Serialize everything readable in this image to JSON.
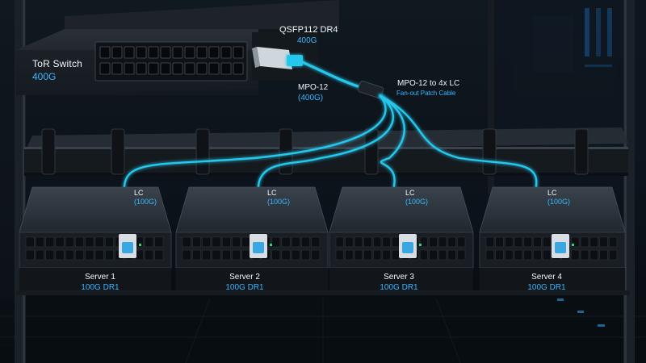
{
  "switch": {
    "name": "ToR Switch",
    "speed": "400G"
  },
  "transceiver": {
    "name": "QSFP112 DR4",
    "speed": "400G"
  },
  "trunk": {
    "name": "MPO-12",
    "speed": "(400G)"
  },
  "fanout": {
    "name": "MPO-12 to 4x LC",
    "description": "Fan-out Patch Cable"
  },
  "links": [
    {
      "connector": "LC",
      "speed": "(100G)"
    },
    {
      "connector": "LC",
      "speed": "(100G)"
    },
    {
      "connector": "LC",
      "speed": "(100G)"
    },
    {
      "connector": "LC",
      "speed": "(100G)"
    }
  ],
  "servers": [
    {
      "name": "Server 1",
      "port": "100G DR1"
    },
    {
      "name": "Server 2",
      "port": "100G DR1"
    },
    {
      "name": "Server 3",
      "port": "100G DR1"
    },
    {
      "name": "Server 4",
      "port": "100G DR1"
    }
  ],
  "colors": {
    "fiber": "#27c7ec",
    "label_accent": "#39b6ff",
    "background": "#0b1118"
  }
}
